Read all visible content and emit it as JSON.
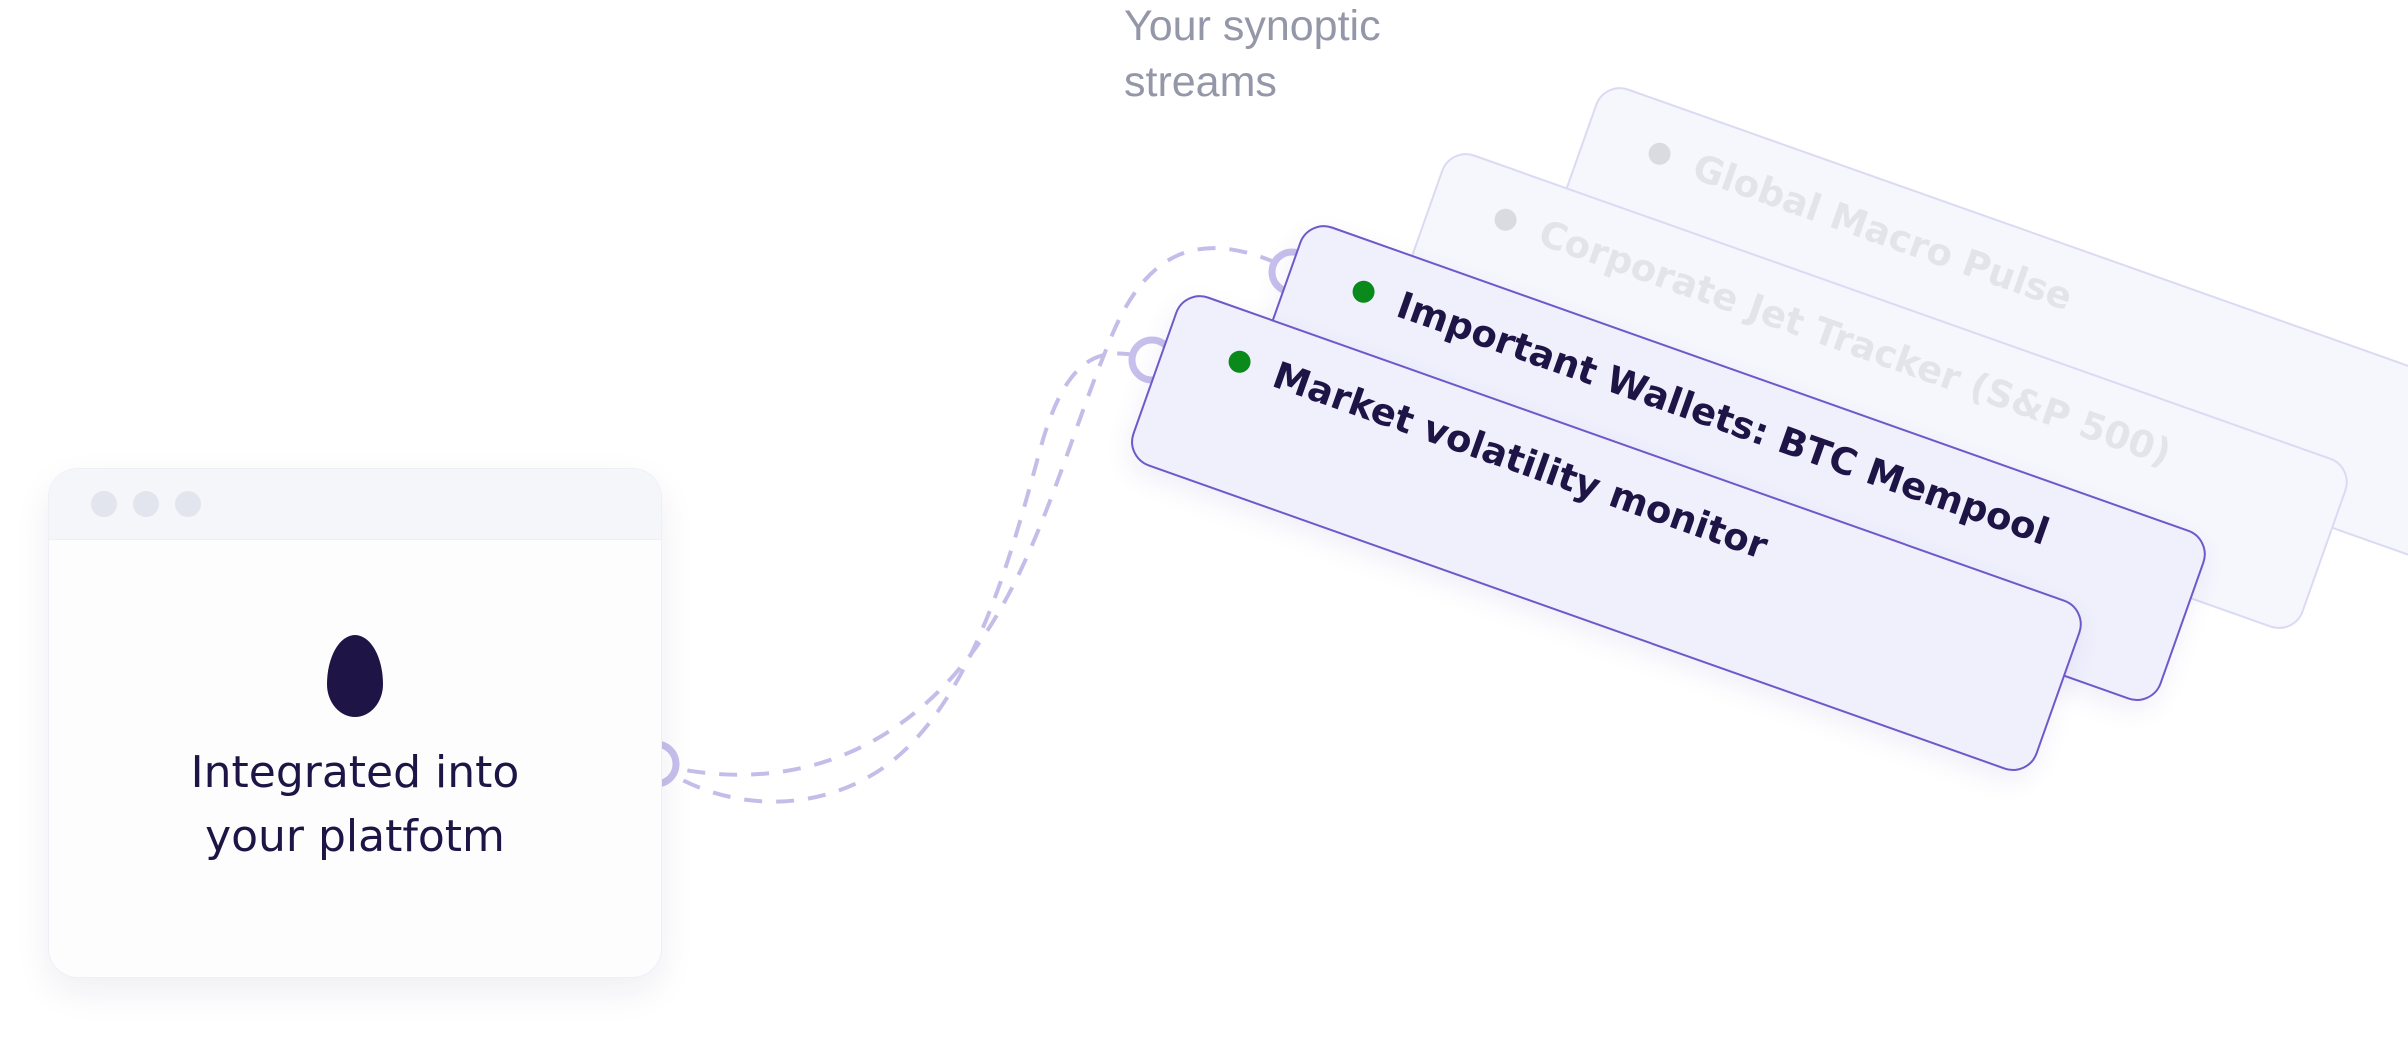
{
  "heading": {
    "line1": "Your synoptic",
    "line2": "streams"
  },
  "platform": {
    "line1": "Integrated into",
    "line2": "your platfotm",
    "logo_icon": "egg-logo-icon"
  },
  "streams": [
    {
      "name": "Global Macro Pulse",
      "status": "inactive"
    },
    {
      "name": "Corporate Jet Tracker (S&P 500)",
      "status": "inactive"
    },
    {
      "name": "Important Wallets: BTC Mempool",
      "status": "active"
    },
    {
      "name": "Market volatility monitor",
      "status": "active"
    }
  ],
  "colors": {
    "active_dot": "#0a8a1a",
    "inactive_dot": "#dadbe1",
    "card_border": "#6f58c9",
    "connector": "#c4bde9",
    "text_dark": "#1e1546",
    "heading_gray": "#9497a8"
  }
}
